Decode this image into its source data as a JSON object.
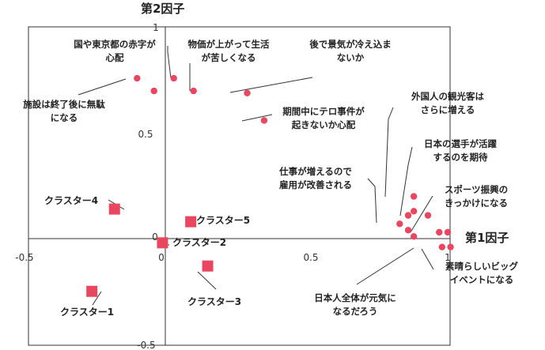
{
  "chart_data": {
    "type": "scatter",
    "xlabel": "第1因子",
    "ylabel": "第2因子",
    "xlim": [
      -0.5,
      1
    ],
    "ylim": [
      -0.5,
      1
    ],
    "x_ticks": [
      "-0.5",
      "0",
      "0.5",
      "1"
    ],
    "y_ticks": [
      "-0.5",
      "0",
      "0.5",
      "1"
    ],
    "grid": false,
    "colors": {
      "point": "#e8475f",
      "line": "#333333"
    },
    "series": [
      {
        "marker": "circle",
        "points": [
          {
            "x": -0.1,
            "y": 0.76
          },
          {
            "x": -0.04,
            "y": 0.7
          },
          {
            "x": 0.03,
            "y": 0.76
          },
          {
            "x": 0.1,
            "y": 0.7
          },
          {
            "x": 0.29,
            "y": 0.69
          },
          {
            "x": 0.35,
            "y": 0.56
          },
          {
            "x": 0.88,
            "y": 0.2
          },
          {
            "x": 0.83,
            "y": 0.07
          },
          {
            "x": 0.86,
            "y": 0.11
          },
          {
            "x": 0.88,
            "y": 0.13
          },
          {
            "x": 0.93,
            "y": 0.11
          },
          {
            "x": 0.86,
            "y": 0.04
          },
          {
            "x": 0.88,
            "y": 0.01
          },
          {
            "x": 0.97,
            "y": 0.03
          },
          {
            "x": 1.0,
            "y": 0.03
          },
          {
            "x": 0.98,
            "y": -0.04
          },
          {
            "x": 1.01,
            "y": -0.04
          }
        ]
      },
      {
        "marker": "square",
        "points": [
          {
            "x": -0.26,
            "y": -0.25
          },
          {
            "x": -0.01,
            "y": -0.02
          },
          {
            "x": 0.15,
            "y": -0.13
          },
          {
            "x": -0.18,
            "y": 0.14
          },
          {
            "x": 0.09,
            "y": 0.08
          }
        ]
      }
    ],
    "annotations": [
      {
        "lines": [
          "国や東京都の赤字が",
          "心配"
        ],
        "point": [
          0.03,
          0.76
        ]
      },
      {
        "lines": [
          "物価が上がって生活",
          "が苦しくなる"
        ],
        "point": [
          0.1,
          0.7
        ]
      },
      {
        "lines": [
          "後で景気が冷え込ま",
          "ないか"
        ],
        "point": [
          0.29,
          0.69
        ]
      },
      {
        "lines": [
          "施設は終了後に無駄",
          "になる"
        ],
        "point": [
          -0.1,
          0.76
        ]
      },
      {
        "lines": [
          "期間中にテロ事件が",
          "起きないか心配"
        ],
        "point": [
          0.35,
          0.56
        ]
      },
      {
        "lines": [
          "外国人の観光客は",
          "さらに増える"
        ],
        "point": [
          0.88,
          0.2
        ]
      },
      {
        "lines": [
          "日本の選手が活躍",
          "するのを期待"
        ],
        "point": [
          0.93,
          0.11
        ]
      },
      {
        "lines": [
          "仕事が増えるので",
          "雇用が改善される"
        ],
        "point": [
          0.86,
          0.11
        ]
      },
      {
        "lines": [
          "スポーツ振興の",
          "きっかけになる"
        ],
        "point": [
          0.97,
          0.03
        ]
      },
      {
        "lines": [
          "素晴らしいビッグ",
          "イベントになる"
        ],
        "point": [
          1.01,
          -0.04
        ]
      },
      {
        "lines": [
          "日本人全体が元気に",
          "なるだろう"
        ],
        "point": [
          0.98,
          -0.04
        ]
      }
    ],
    "cluster_labels": [
      {
        "text": "クラスター4",
        "point": [
          -0.18,
          0.14
        ]
      },
      {
        "text": "クラスター5",
        "point": [
          0.09,
          0.08
        ]
      },
      {
        "text": "クラスター2",
        "point": [
          -0.01,
          -0.02
        ]
      },
      {
        "text": "クラスター1",
        "point": [
          -0.26,
          -0.25
        ]
      },
      {
        "text": "クラスター3",
        "point": [
          0.15,
          -0.13
        ]
      }
    ]
  }
}
